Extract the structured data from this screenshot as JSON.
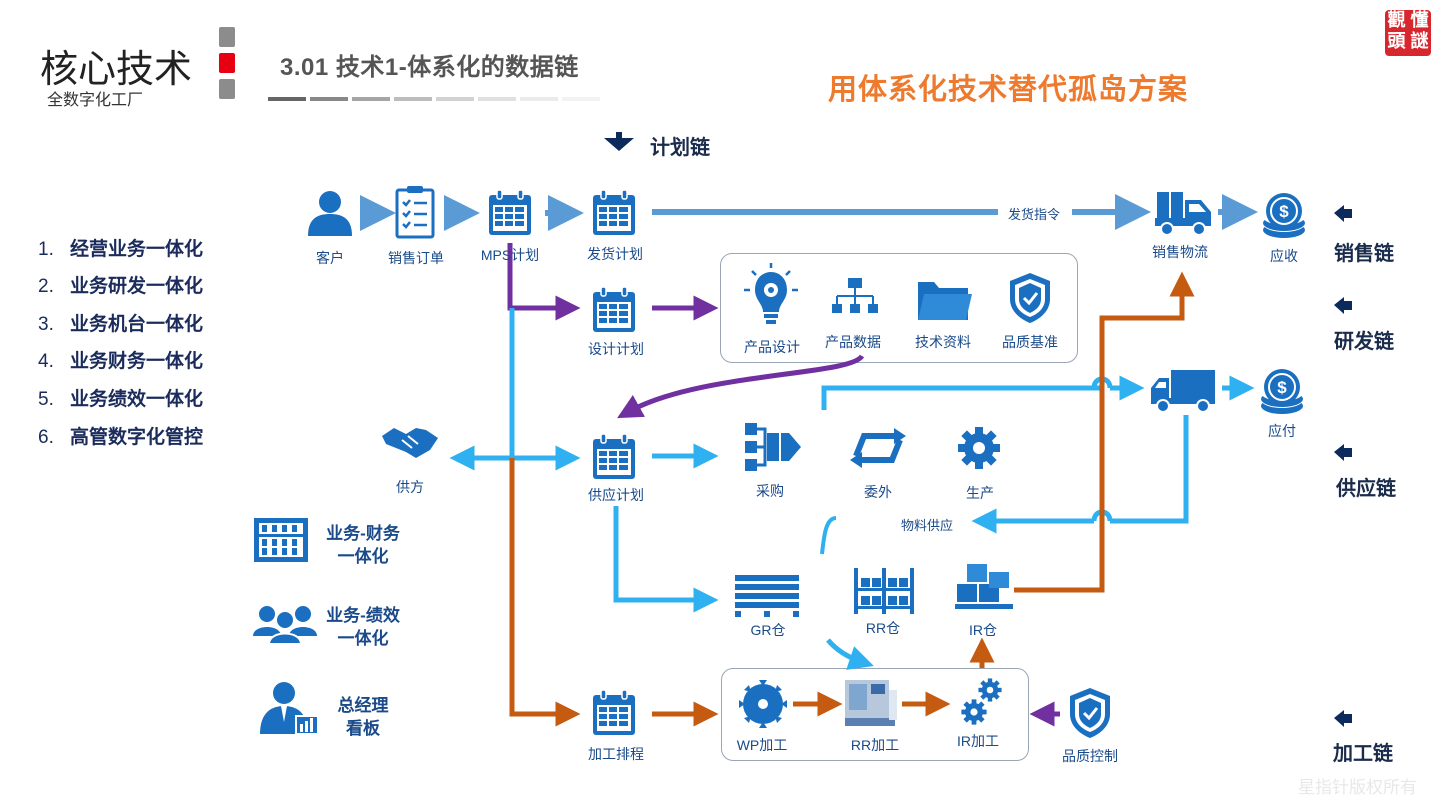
{
  "header": {
    "title": "核心技术",
    "subtitle": "全数字化工厂",
    "section_title": "3.01  技术1-体系化的数据链",
    "headline": "用体系化技术替代孤岛方案",
    "seal_text": [
      "懂",
      "謎",
      "觀",
      "頭"
    ]
  },
  "integration_list": [
    {
      "num": "1.",
      "label": "经营业务一体化"
    },
    {
      "num": "2.",
      "label": "业务研发一体化"
    },
    {
      "num": "3.",
      "label": "业务机台一体化"
    },
    {
      "num": "4.",
      "label": "业务财务一体化"
    },
    {
      "num": "5.",
      "label": "业务绩效一体化"
    },
    {
      "num": "6.",
      "label": "高管数字化管控"
    }
  ],
  "chains": {
    "plan": "计划链",
    "sales": "销售链",
    "rd": "研发链",
    "supply": "供应链",
    "processing": "加工链"
  },
  "nodes": {
    "customer": "客户",
    "sales_order": "销售订单",
    "mps_plan": "MPS计划",
    "shipping_plan": "发货计划",
    "shipping_instruction": "发货指令",
    "sales_logistics": "销售物流",
    "receivable": "应收",
    "design_plan": "设计计划",
    "product_design": "产品设计",
    "product_data": "产品数据",
    "tech_docs": "技术资料",
    "quality_standard": "品质基准",
    "payable": "应付",
    "supplier": "供方",
    "supply_plan": "供应计划",
    "purchasing": "采购",
    "outsourcing": "委外",
    "production": "生产",
    "material_supply": "物料供应",
    "gr_warehouse": "GR仓",
    "rr_warehouse": "RR仓",
    "ir_warehouse": "IR仓",
    "processing_schedule": "加工排程",
    "wp_processing": "WP加工",
    "rr_processing": "RR加工",
    "ir_processing": "IR加工",
    "quality_control": "品质控制"
  },
  "side_features": {
    "finance": "业务-财务\n一体化",
    "performance": "业务-绩效\n一体化",
    "dashboard": "总经理\n看板"
  },
  "watermark": "星指针版权所有",
  "colors": {
    "accent_orange": "#ee7a2e",
    "icon_blue": "#1a6fc0",
    "flow_light_blue": "#2fb0f0",
    "flow_purple": "#7030a0",
    "flow_orange": "#c55a11",
    "seal_red": "#d8262e"
  }
}
